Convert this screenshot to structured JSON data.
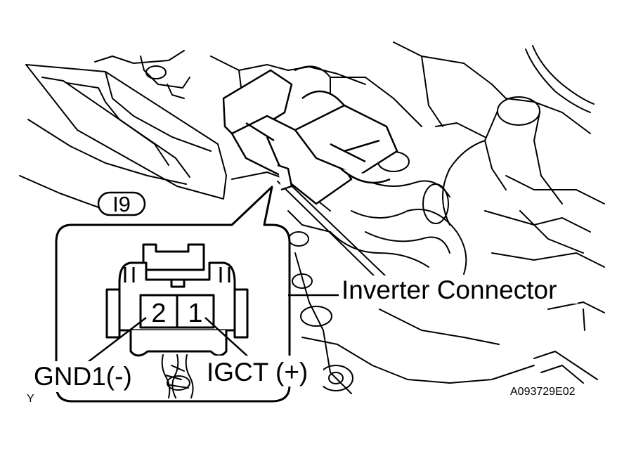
{
  "diagram": {
    "connector_id": "I9",
    "component_label": "Inverter Connector",
    "pins": [
      {
        "number": "2",
        "signal": "GND1(-)"
      },
      {
        "number": "1",
        "signal": "IGCT (+)"
      }
    ],
    "figure_code": "A093729E02",
    "corner_mark": "Y",
    "colors": {
      "ink": "#000000",
      "paper": "#ffffff"
    }
  }
}
